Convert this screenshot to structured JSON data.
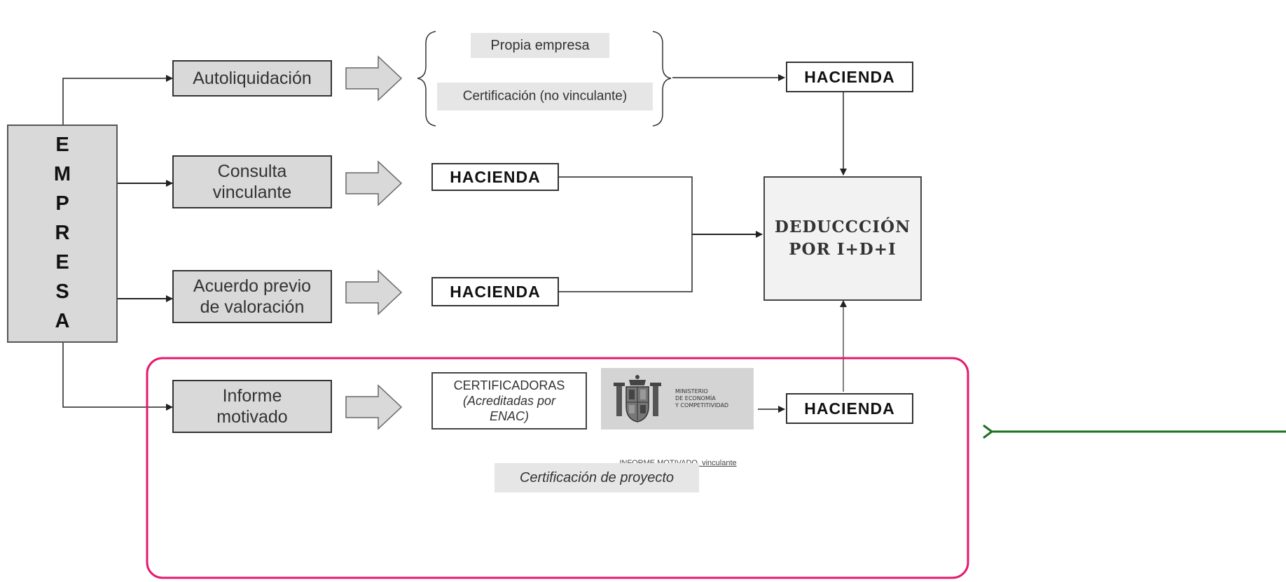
{
  "empresa_letters": [
    "E",
    "M",
    "P",
    "R",
    "E",
    "S",
    "A"
  ],
  "steps": {
    "autoliquidacion": "Autoliquidación",
    "consulta_line1": "Consulta",
    "consulta_line2": "vinculante",
    "acuerdo_line1": "Acuerdo previo",
    "acuerdo_line2": "de valoración",
    "informe_line1": "Informe",
    "informe_line2": "motivado"
  },
  "autoliquidacion_options": {
    "propia": "Propia empresa",
    "certificacion": "Certificación (no vinculante)"
  },
  "hacienda_label": "HACIENDA",
  "deduccion": {
    "line1": "DEDUCCCIÓN",
    "line2": "POR I+D+I"
  },
  "certificadoras": {
    "title": "CERTIFICADORAS",
    "line2": "(Acreditadas por",
    "line3": "ENAC)"
  },
  "ministerio": {
    "line1": "MINISTERIO",
    "line2": "DE ECONOMÍA",
    "line3": "Y COMPETITIVIDAD",
    "caption": "INFORME MOTIVADO, vinculante"
  },
  "certificacion_proyecto": "Certificación de proyecto",
  "colors": {
    "highlight_frame": "#e6186e",
    "pointer_arrow": "#1f6e1f",
    "box_fill": "#d9d9d9"
  }
}
